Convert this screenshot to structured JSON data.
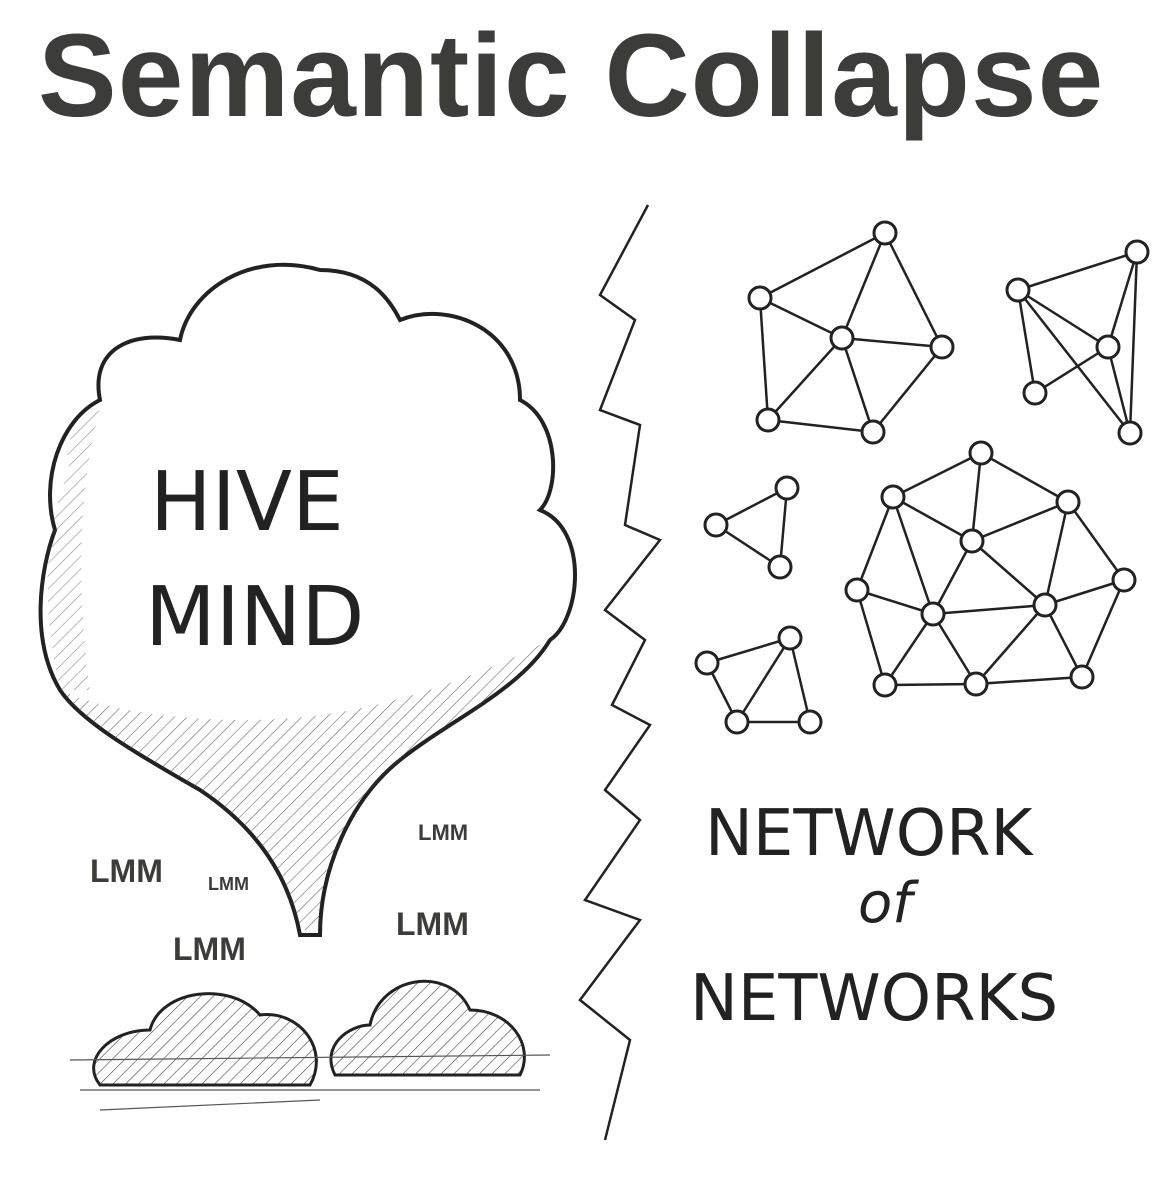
{
  "title": "Semantic Collapse",
  "left": {
    "cloud_text": [
      "HIVE",
      "MIND"
    ],
    "labels": [
      "LMM",
      "LMM",
      "LMM",
      "LMM",
      "LMM"
    ]
  },
  "right": {
    "caption": [
      "NETWORK",
      "of",
      "NETWORKS"
    ]
  }
}
